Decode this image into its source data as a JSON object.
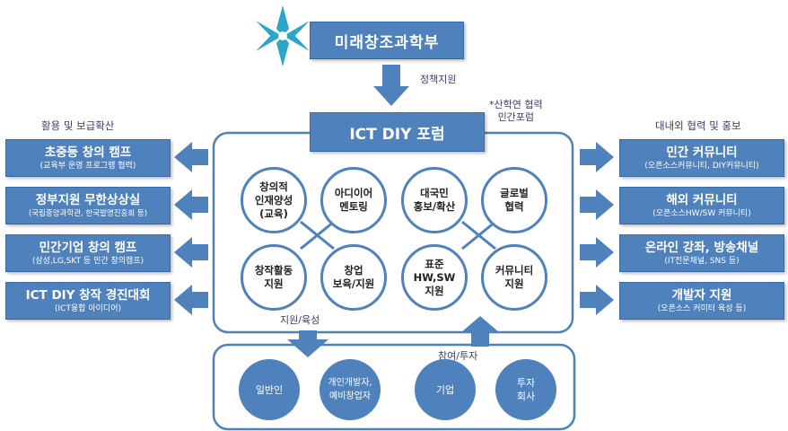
{
  "colors": {
    "primary": "#4f81bd",
    "label": "#3c3c64",
    "arrow": "#4f81bd"
  },
  "top": {
    "logo_icon": "snowflake-star-logo",
    "ministry": "미래창조과학부",
    "policy_support": "정책지원"
  },
  "forum": {
    "title": "ICT DIY 포럼",
    "note": "*산학연 협력\n민간포럼"
  },
  "left": {
    "header": "활용 및 보급확산",
    "items": [
      {
        "title": "초중등 창의 캠프",
        "sub": "(교육부 운영 프로그램 협력)"
      },
      {
        "title": "정부지원 무한상상실",
        "sub": "(국립중앙과학관, 한국발명진흥회 등)"
      },
      {
        "title": "민간기업 창의 캠프",
        "sub": "(삼성,LG,SKT 등 민간 창의캠프)"
      },
      {
        "title": "ICT DIY 창작 경진대회",
        "sub": "(ICT융합 아이디어)"
      }
    ]
  },
  "right": {
    "header": "대내외 협력 및 홍보",
    "items": [
      {
        "title": "민간 커뮤니티",
        "sub": "(오픈소스커뮤니티, DIY커뮤니티)"
      },
      {
        "title": "해외 커뮤니티",
        "sub": "(오픈소스HW/SW 커뮤니티)"
      },
      {
        "title": "온라인 강좌, 방송채널",
        "sub": "(IT전문채널, SNS 등)"
      },
      {
        "title": "개발자 지원",
        "sub": "(오픈소스 커미터 육성 등)"
      }
    ]
  },
  "center_circles": [
    "창의적\n인재양성\n(교육)",
    "아디이어\n멘토링",
    "대국민\n홍보/확산",
    "글로벌\n협력",
    "창작활동\n지원",
    "창업\n보육/지원",
    "표준\nHW,SW\n지원",
    "커뮤니티\n지원"
  ],
  "flows": {
    "support_nurture": "지원/육성",
    "participation_investment": "참여/투자"
  },
  "bottom_circles": [
    "일반인",
    "개인개발자,\n예비창업자",
    "기업",
    "투자\n회사"
  ]
}
